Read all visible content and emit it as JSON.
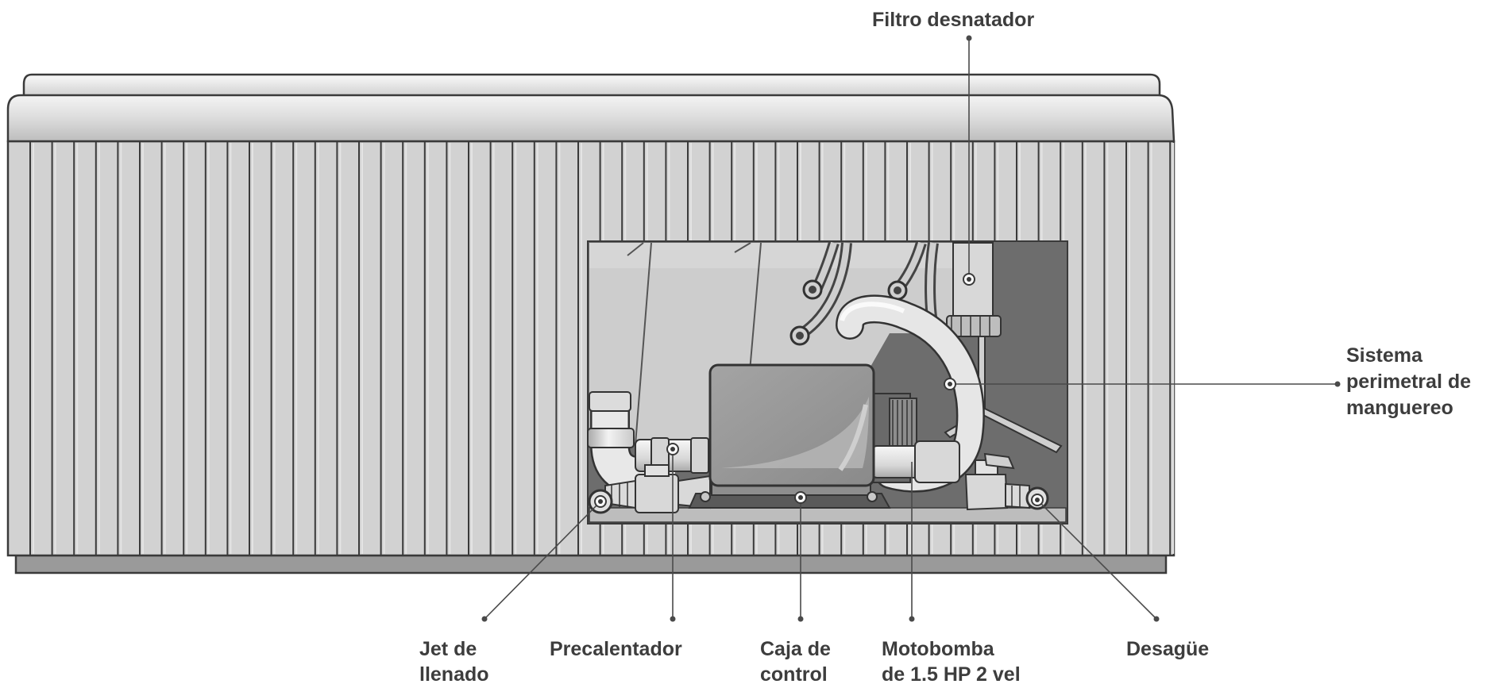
{
  "labels": {
    "filtro": "Filtro desnatador",
    "sistema": [
      "Sistema",
      "perimetral de",
      "manguereo"
    ],
    "jet": [
      "Jet de",
      "llenado"
    ],
    "precalentador": "Precalentador",
    "caja": [
      "Caja de",
      "control"
    ],
    "motobomba": [
      "Motobomba",
      "de 1.5 HP 2 vel"
    ],
    "desague": "Desagüe"
  }
}
